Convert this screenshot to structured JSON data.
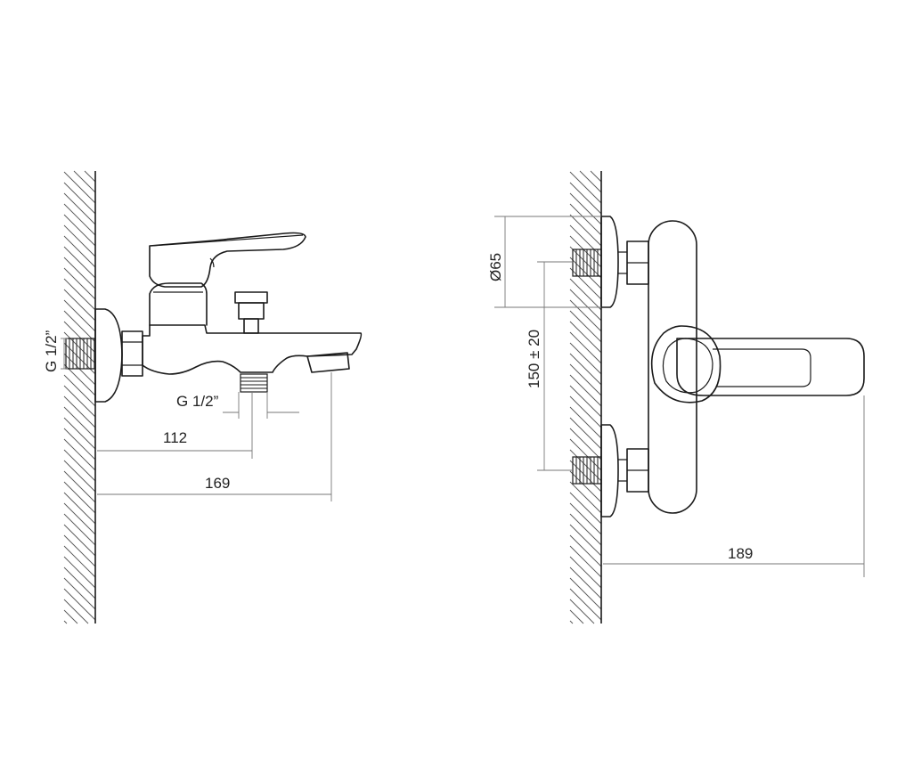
{
  "diagram": {
    "side_view": {
      "thread_label": "G 1/2”",
      "bottom_thread_label": "G 1/2”",
      "dim_112": "112",
      "dim_169": "169"
    },
    "front_view": {
      "dim_diameter": "Ø65",
      "dim_spacing": "150 ± 20",
      "dim_189": "189"
    },
    "colors": {
      "outline": "#1a1a1a",
      "dimension": "#777777",
      "hatch": "#555555",
      "background": "#ffffff"
    }
  }
}
